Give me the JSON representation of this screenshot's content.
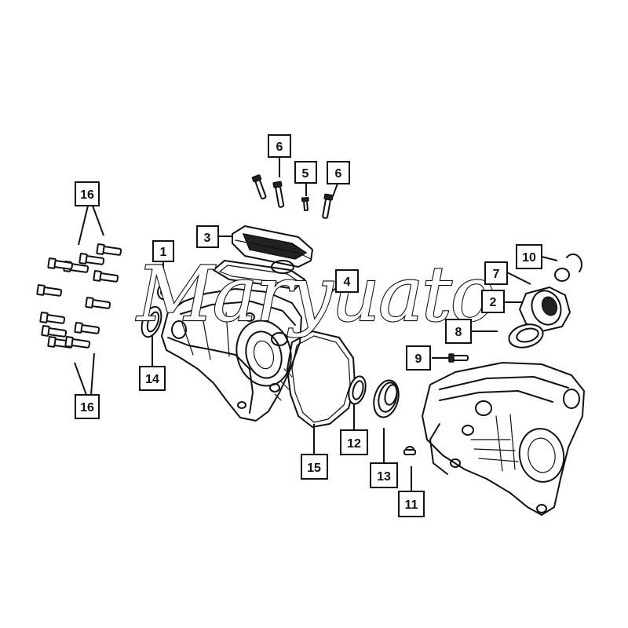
{
  "watermark": "Maryuato",
  "callouts": [
    {
      "id": "c16a",
      "label": "16"
    },
    {
      "id": "c16b",
      "label": "16"
    },
    {
      "id": "c1",
      "label": "1"
    },
    {
      "id": "c14",
      "label": "14"
    },
    {
      "id": "c3",
      "label": "3"
    },
    {
      "id": "c6a",
      "label": "6"
    },
    {
      "id": "c5",
      "label": "5"
    },
    {
      "id": "c6b",
      "label": "6"
    },
    {
      "id": "c4",
      "label": "4"
    },
    {
      "id": "c10",
      "label": "10"
    },
    {
      "id": "c7",
      "label": "7"
    },
    {
      "id": "c2",
      "label": "2"
    },
    {
      "id": "c8",
      "label": "8"
    },
    {
      "id": "c9",
      "label": "9"
    },
    {
      "id": "c12",
      "label": "12"
    },
    {
      "id": "c15",
      "label": "15"
    },
    {
      "id": "c13",
      "label": "13"
    },
    {
      "id": "c11",
      "label": "11"
    }
  ]
}
